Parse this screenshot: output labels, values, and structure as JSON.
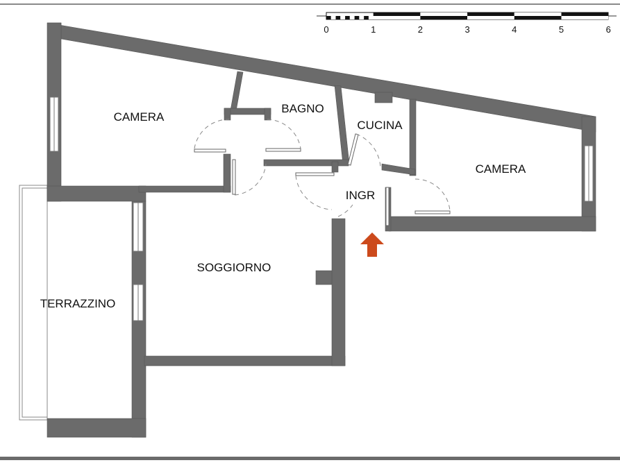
{
  "plan": {
    "rooms": {
      "camera_left": "CAMERA",
      "bagno": "BAGNO",
      "cucina": "CUCINA",
      "camera_right": "CAMERA",
      "ingresso": "INGR",
      "soggiorno": "SOGGIORNO",
      "terrazzino": "TERRAZZINO"
    },
    "entrance_arrow_icon": "arrow-up-icon",
    "colors": {
      "wall": "#6b6b6b",
      "arrow": "#cc4a1c",
      "frame": "#8a8a8a"
    }
  },
  "scale_bar": {
    "ticks": [
      "0",
      "1",
      "2",
      "3",
      "4",
      "5",
      "6"
    ]
  }
}
